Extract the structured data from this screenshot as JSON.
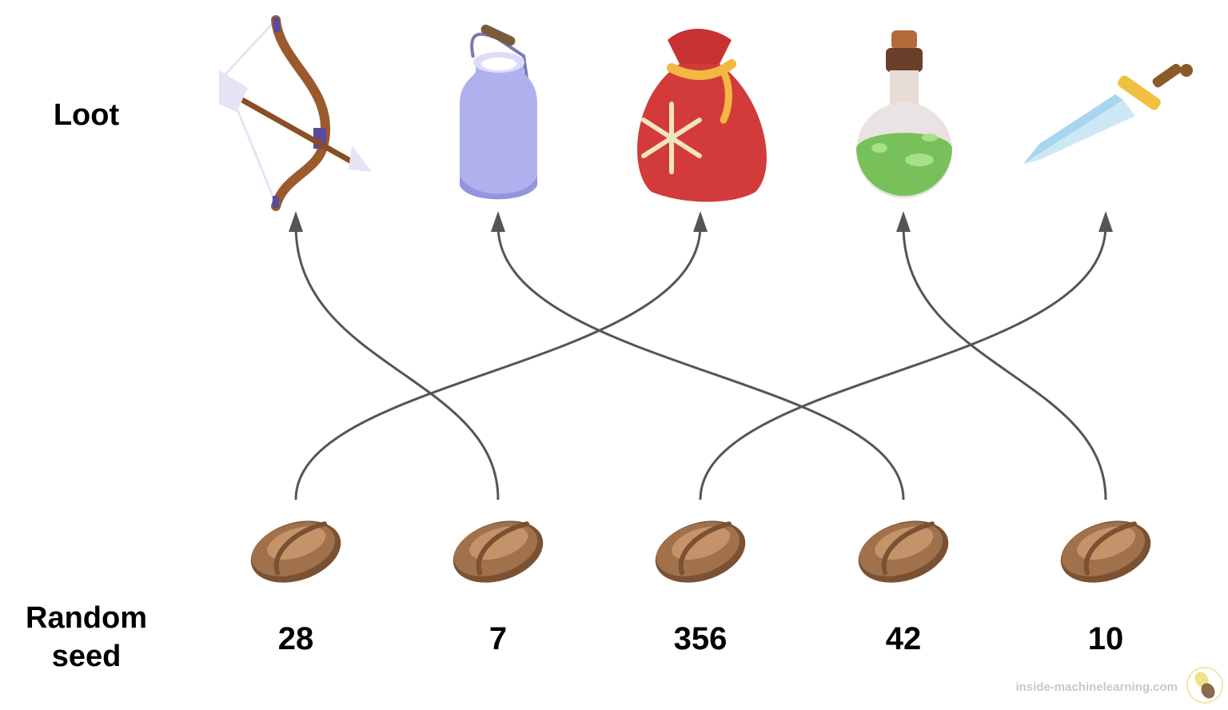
{
  "labels": {
    "loot": "Loot",
    "random_seed_line1": "Random",
    "random_seed_line2": "seed"
  },
  "loot": [
    {
      "name": "bow-and-arrow",
      "icon": "bow-arrow-icon"
    },
    {
      "name": "milk-jug",
      "icon": "jug-icon"
    },
    {
      "name": "gift-sack",
      "icon": "sack-icon"
    },
    {
      "name": "green-potion",
      "icon": "potion-icon"
    },
    {
      "name": "sword",
      "icon": "sword-icon"
    }
  ],
  "seeds": [
    {
      "value": "28",
      "maps_to_loot": 2
    },
    {
      "value": "7",
      "maps_to_loot": 0
    },
    {
      "value": "356",
      "maps_to_loot": 4
    },
    {
      "value": "42",
      "maps_to_loot": 1
    },
    {
      "value": "10",
      "maps_to_loot": 3
    }
  ],
  "colors": {
    "arrow": "#555555",
    "seed": "#a0714a",
    "seed_dark": "#7a5233"
  },
  "watermark": "inside-machinelearning.com"
}
